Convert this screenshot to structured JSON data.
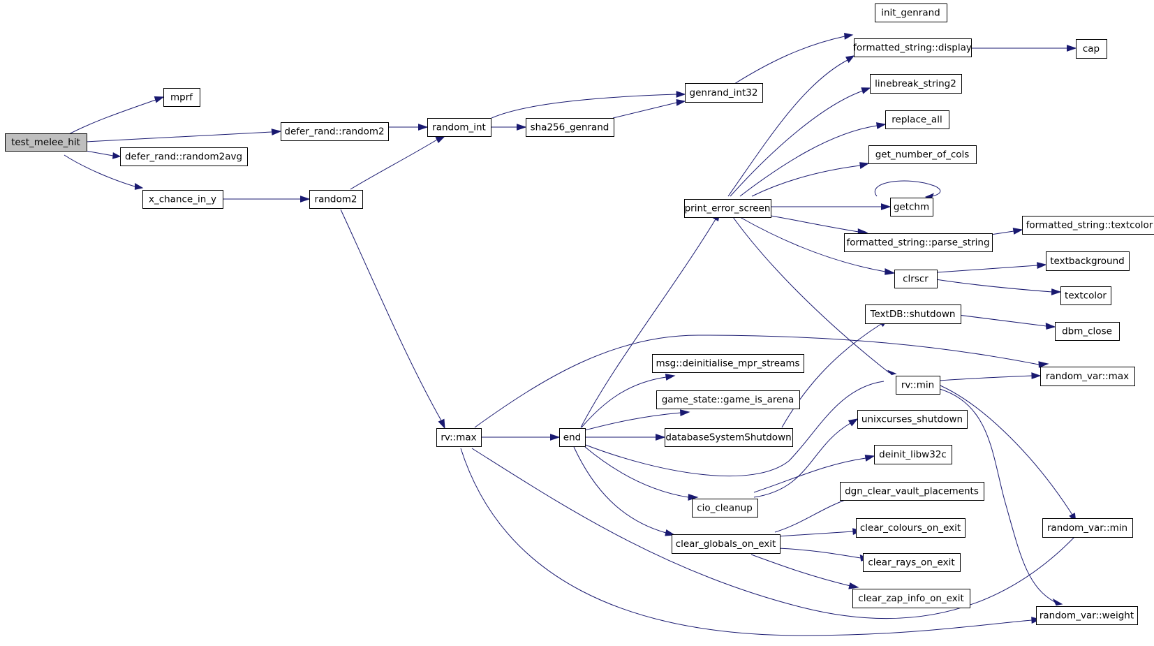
{
  "graph": {
    "root": "test_melee_hit",
    "nodes": {
      "test_melee_hit": "test_melee_hit",
      "mprf": "mprf",
      "defer_rand_random2": "defer_rand::random2",
      "defer_rand_random2avg": "defer_rand::random2avg",
      "x_chance_in_y": "x_chance_in_y",
      "random_int": "random_int",
      "random2": "random2",
      "genrand_int32": "genrand_int32",
      "sha256_genrand": "sha256_genrand",
      "init_genrand": "init_genrand",
      "rv_max": "rv::max",
      "end": "end",
      "print_error_screen": "print_error_screen",
      "formatted_string_display": "formatted_string::display",
      "cap": "cap",
      "linebreak_string2": "linebreak_string2",
      "replace_all": "replace_all",
      "get_number_of_cols": "get_number_of_cols",
      "getchm": "getchm",
      "formatted_string_parse_string": "formatted_string::parse_string",
      "formatted_string_textcolor": "formatted_string::textcolor",
      "clrscr": "clrscr",
      "textbackground": "textbackground",
      "textcolor": "textcolor",
      "textdb_shutdown": "TextDB::shutdown",
      "dbm_close": "dbm_close",
      "rv_min": "rv::min",
      "random_var_max": "random_var::max",
      "msg_deinitialise_mpr_streams": "msg::deinitialise_mpr_streams",
      "game_state_game_is_arena": "game_state::game_is_arena",
      "database_system_shutdown": "databaseSystemShutdown",
      "unixcurses_shutdown": "unixcurses_shutdown",
      "deinit_libw32c": "deinit_libw32c",
      "cio_cleanup": "cio_cleanup",
      "dgn_clear_vault_placements": "dgn_clear_vault_placements",
      "clear_globals_on_exit": "clear_globals_on_exit",
      "clear_colours_on_exit": "clear_colours_on_exit",
      "clear_rays_on_exit": "clear_rays_on_exit",
      "clear_zap_info_on_exit": "clear_zap_info_on_exit",
      "random_var_min": "random_var::min",
      "random_var_weight": "random_var::weight"
    },
    "edges": [
      [
        "test_melee_hit",
        "mprf"
      ],
      [
        "test_melee_hit",
        "defer_rand_random2"
      ],
      [
        "test_melee_hit",
        "defer_rand_random2avg"
      ],
      [
        "test_melee_hit",
        "x_chance_in_y"
      ],
      [
        "defer_rand_random2",
        "random_int"
      ],
      [
        "random_int",
        "genrand_int32"
      ],
      [
        "random_int",
        "sha256_genrand"
      ],
      [
        "sha256_genrand",
        "genrand_int32"
      ],
      [
        "genrand_int32",
        "init_genrand"
      ],
      [
        "x_chance_in_y",
        "random2"
      ],
      [
        "random2",
        "random_int"
      ],
      [
        "random2",
        "rv_max"
      ],
      [
        "rv_max",
        "end"
      ],
      [
        "rv_max",
        "random_var_max"
      ],
      [
        "rv_max",
        "random_var_min"
      ],
      [
        "rv_max",
        "random_var_weight"
      ],
      [
        "end",
        "print_error_screen"
      ],
      [
        "end",
        "msg_deinitialise_mpr_streams"
      ],
      [
        "end",
        "game_state_game_is_arena"
      ],
      [
        "end",
        "database_system_shutdown"
      ],
      [
        "end",
        "cio_cleanup"
      ],
      [
        "end",
        "clear_globals_on_exit"
      ],
      [
        "print_error_screen",
        "formatted_string_display"
      ],
      [
        "print_error_screen",
        "linebreak_string2"
      ],
      [
        "print_error_screen",
        "replace_all"
      ],
      [
        "print_error_screen",
        "get_number_of_cols"
      ],
      [
        "print_error_screen",
        "getchm"
      ],
      [
        "print_error_screen",
        "formatted_string_parse_string"
      ],
      [
        "print_error_screen",
        "clrscr"
      ],
      [
        "print_error_screen",
        "rv_min"
      ],
      [
        "formatted_string_display",
        "cap"
      ],
      [
        "getchm",
        "getchm"
      ],
      [
        "formatted_string_parse_string",
        "formatted_string_textcolor"
      ],
      [
        "clrscr",
        "textbackground"
      ],
      [
        "clrscr",
        "textcolor"
      ],
      [
        "textdb_shutdown",
        "dbm_close"
      ],
      [
        "database_system_shutdown",
        "textdb_shutdown"
      ],
      [
        "rv_min",
        "end"
      ],
      [
        "rv_min",
        "random_var_max"
      ],
      [
        "rv_min",
        "random_var_min"
      ],
      [
        "rv_min",
        "random_var_weight"
      ],
      [
        "cio_cleanup",
        "unixcurses_shutdown"
      ],
      [
        "cio_cleanup",
        "deinit_libw32c"
      ],
      [
        "clear_globals_on_exit",
        "dgn_clear_vault_placements"
      ],
      [
        "clear_globals_on_exit",
        "clear_colours_on_exit"
      ],
      [
        "clear_globals_on_exit",
        "clear_rays_on_exit"
      ],
      [
        "clear_globals_on_exit",
        "clear_zap_info_on_exit"
      ]
    ]
  },
  "colors": {
    "edge": "#191970",
    "node_border": "#000000",
    "node_fill": "#ffffff",
    "root_fill": "#bfbfbf"
  }
}
